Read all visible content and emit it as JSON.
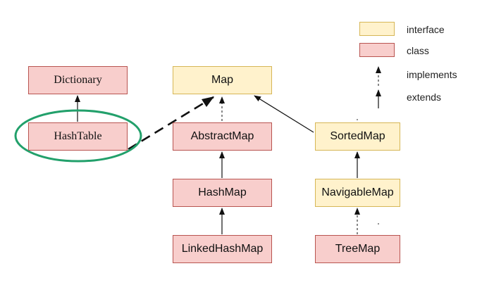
{
  "nodes": {
    "dictionary": "Dictionary",
    "hashtable": "HashTable",
    "map": "Map",
    "abstractmap": "AbstractMap",
    "hashmap": "HashMap",
    "linkedhashmap": "LinkedHashMap",
    "sortedmap": "SortedMap",
    "navigablemap": "NavigableMap",
    "treemap": "TreeMap"
  },
  "legend": {
    "interface": "interface",
    "class": "class",
    "implements": "implements",
    "extends": "extends"
  },
  "colors": {
    "interface_fill": "#fff2cc",
    "interface_stroke": "#d6b656",
    "class_fill": "#f8cecc",
    "class_stroke": "#b85450",
    "highlight": "#22a06b"
  }
}
